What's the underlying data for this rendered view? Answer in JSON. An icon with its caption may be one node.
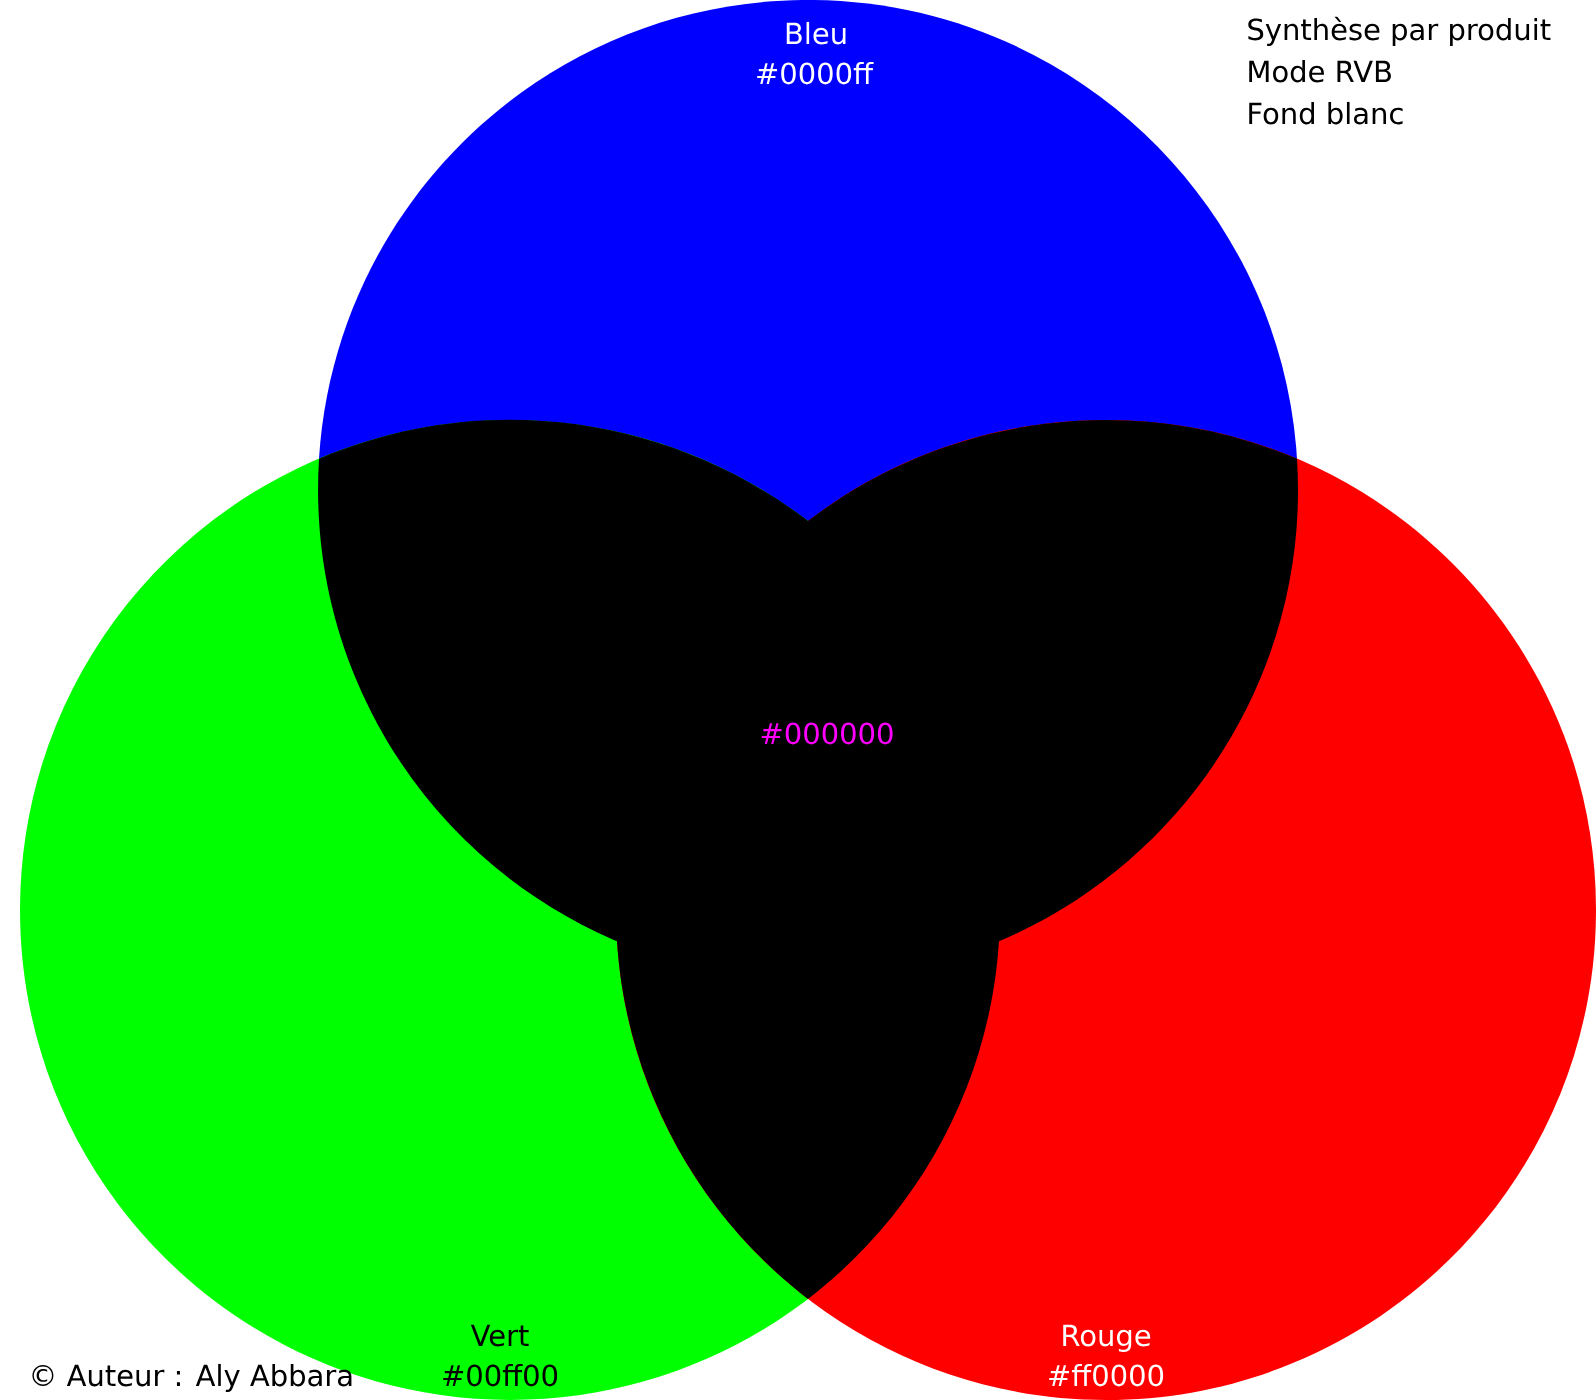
{
  "diagram": {
    "nodes": [
      {
        "text": [
          "Bleu",
          "#0000ff"
        ]
      },
      {
        "text": [
          "#000000"
        ]
      },
      {
        "text": [
          "Vert",
          "#00ff00"
        ]
      },
      {
        "text": [
          "Rouge",
          "#ff0000"
        ]
      }
    ],
    "labels": [
      "Synthèse par produit",
      "Mode RVB",
      "Fond blanc",
      "© Auteur : Aly Abbara"
    ]
  }
}
